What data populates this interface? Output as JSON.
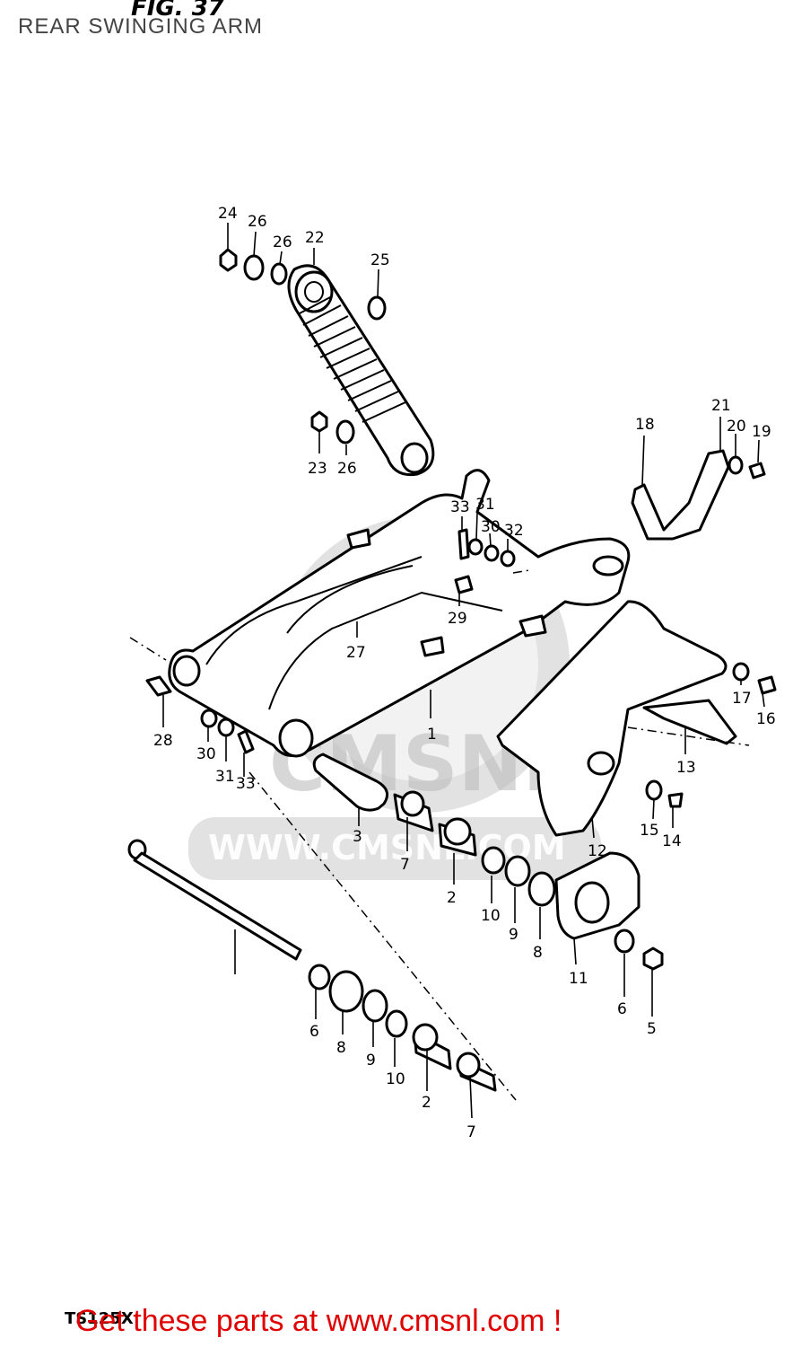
{
  "header": {
    "fig_label": "FIG. 37",
    "title": "REAR SWINGING ARM"
  },
  "watermark": {
    "brand": "CMSNL",
    "url": "WWW.CMSNL.COM",
    "color": "#bdbdbd"
  },
  "diagram": {
    "callouts": [
      "24",
      "26",
      "26",
      "22",
      "25",
      "23",
      "26",
      "18",
      "21",
      "20",
      "19",
      "33",
      "31",
      "30",
      "32",
      "29",
      "27",
      "28",
      "30",
      "31",
      "33",
      "1",
      "17",
      "16",
      "13",
      "3",
      "7",
      "12",
      "15",
      "14",
      "2",
      "10",
      "9",
      "8",
      "11",
      "6",
      "5",
      "6",
      "8",
      "9",
      "10",
      "2",
      "7"
    ],
    "model_code": "TS125X"
  },
  "footer": {
    "cta_text": "Get these parts at www.cmsnl.com !",
    "cta_color": "#e00000"
  }
}
